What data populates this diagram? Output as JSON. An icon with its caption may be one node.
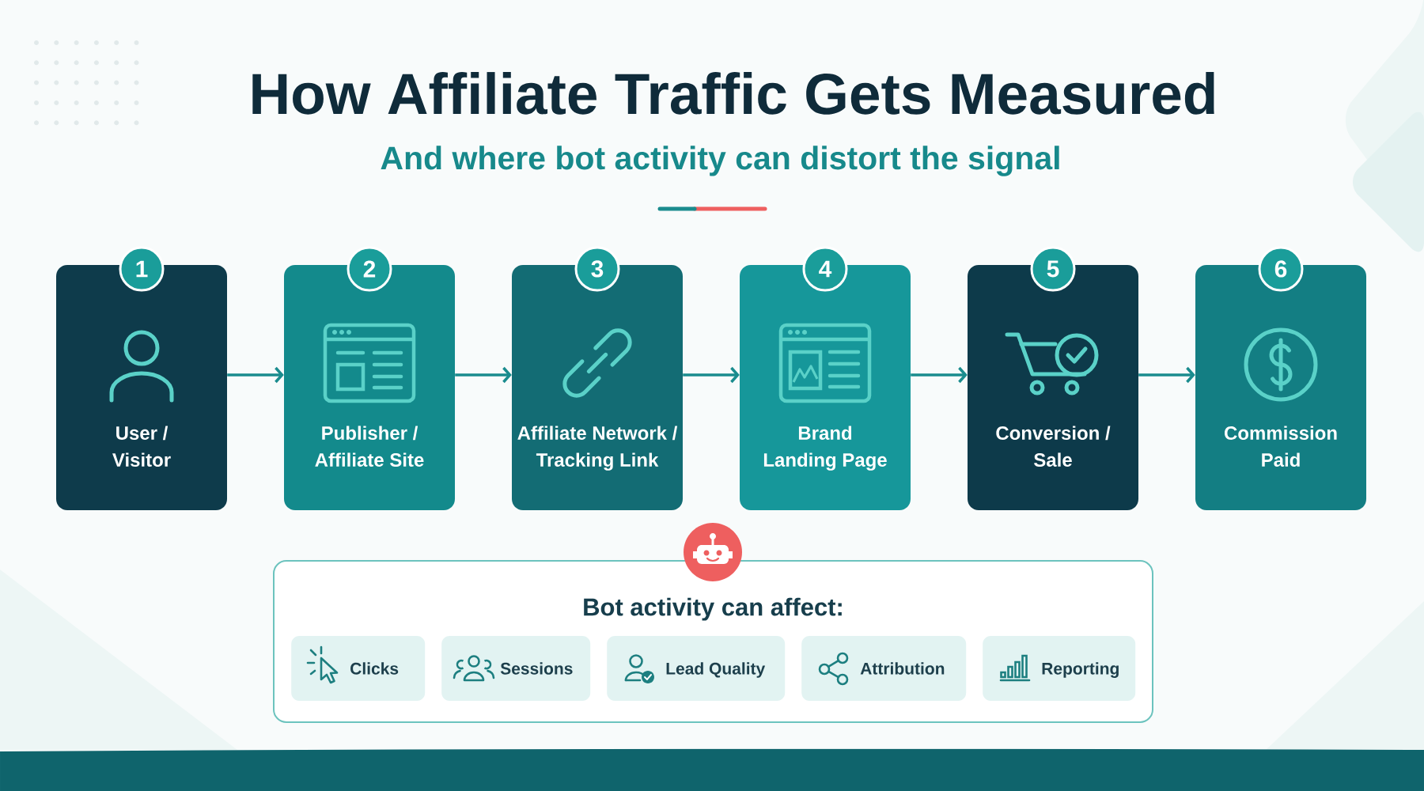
{
  "diagram": {
    "title": "How Affiliate Traffic Gets Measured",
    "nodes": [
      {
        "text": [
          "1",
          "User / Visitor"
        ]
      },
      {
        "text": [
          "2",
          "Publisher / Affiliate Site"
        ]
      },
      {
        "text": [
          "3",
          "Affiliate Network / Tracking Link"
        ]
      },
      {
        "text": [
          "4",
          "Brand Landing Page"
        ]
      },
      {
        "text": [
          "5",
          "Conversion / Sale"
        ]
      },
      {
        "text": [
          "6",
          "Commission Paid"
        ]
      },
      {
        "text": [
          "Bot activity can affect:"
        ]
      },
      {
        "text": [
          "Clicks"
        ],
        "in": 6
      },
      {
        "text": [
          "Sessions"
        ],
        "in": 6
      },
      {
        "text": [
          "Lead Quality"
        ],
        "in": 6
      },
      {
        "text": [
          "Attribution"
        ],
        "in": 6
      },
      {
        "text": [
          "Reporting"
        ],
        "in": 6
      }
    ],
    "edges": [
      {
        "from": 0,
        "to": 1,
        "arrow": "to"
      },
      {
        "from": 1,
        "to": 2,
        "arrow": "to"
      },
      {
        "from": 2,
        "to": 3,
        "arrow": "to"
      },
      {
        "from": 3,
        "to": 4,
        "arrow": "to"
      },
      {
        "from": 4,
        "to": 5,
        "arrow": "to"
      }
    ],
    "labels": [
      "And where bot activity can distort the signal"
    ]
  }
}
